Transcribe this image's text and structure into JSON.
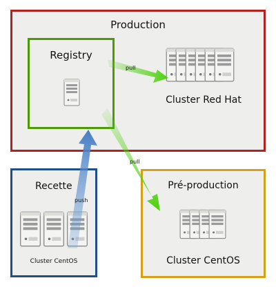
{
  "colors": {
    "production_border": "#b22222",
    "registry_border": "#4e9a06",
    "recette_border": "#1f4e8c",
    "preproduction_border": "#d4a017",
    "pull_arrow": "#4fd10f",
    "push_arrow": "#6f9fd8",
    "box_fill": "#eeeeec"
  },
  "production": {
    "title": "Production"
  },
  "registry": {
    "title": "Registry"
  },
  "cluster_redhat": {
    "label": "Cluster Red Hat",
    "server_count": 6
  },
  "preproduction": {
    "title": "Pré-production",
    "cluster_label": "Cluster CentOS",
    "server_count": 4
  },
  "recette": {
    "title": "Recette",
    "cluster_label": "Cluster CentOS",
    "server_count": 3
  },
  "arrows": {
    "pull_to_production": "pull",
    "pull_to_preproduction": "pull",
    "push_from_recette": "push"
  },
  "icons": {
    "server": "server-tower-icon"
  }
}
